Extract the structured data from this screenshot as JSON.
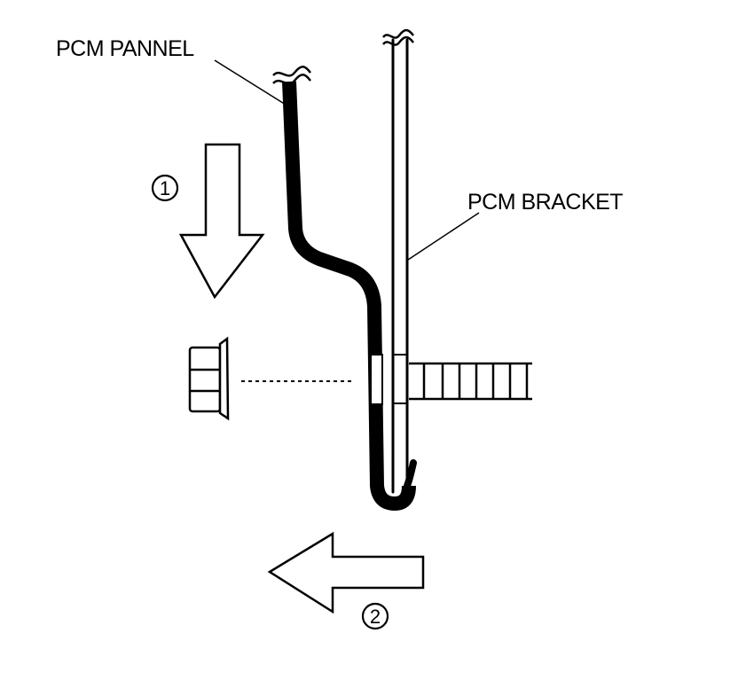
{
  "labels": {
    "pcm_panel": "PCM PANNEL",
    "pcm_bracket": "PCM BRACKET"
  },
  "steps": [
    {
      "number": "1",
      "direction": "down"
    },
    {
      "number": "2",
      "direction": "left"
    }
  ],
  "colors": {
    "ink": "#000000",
    "background": "#ffffff"
  }
}
